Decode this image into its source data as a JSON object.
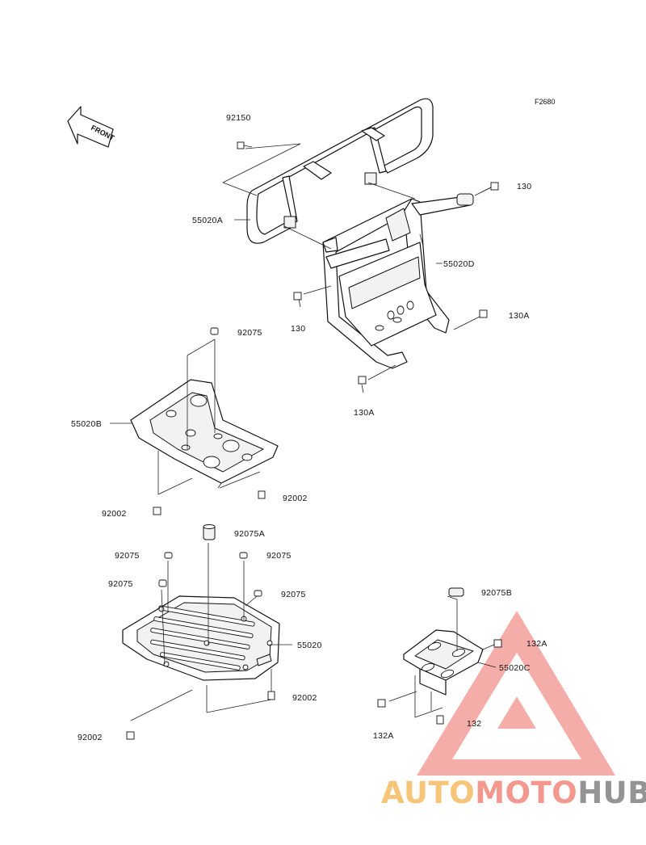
{
  "figure_code": "F2680",
  "front_arrow_text": "FRONT",
  "labels": {
    "l92150": "92150",
    "l55020A": "55020A",
    "l130_top": "130",
    "l55020D": "55020D",
    "l130_left": "130",
    "l130A_right": "130A",
    "l130A_bottom": "130A",
    "l92075_top": "92075",
    "l55020B": "55020B",
    "l92002_b_right": "92002",
    "l92002_b_left": "92002",
    "l92075A": "92075A",
    "l92075_left1": "92075",
    "l92075_right1": "92075",
    "l92075_left2": "92075",
    "l92075_right2": "92075",
    "l55020": "55020",
    "l92002_c_right": "92002",
    "l92002_c_left": "92002",
    "l92075B": "92075B",
    "l132A_right": "132A",
    "l55020C": "55020C",
    "l132": "132",
    "l132A_left": "132A"
  },
  "watermark": {
    "part1": "AUTO",
    "part2": "MOTO",
    "part3": "HUB",
    "colors": {
      "auto": "#f5b75a",
      "moto": "#ef7f72",
      "hub": "#7a7a7a",
      "triangle": "#ec6a63"
    }
  }
}
